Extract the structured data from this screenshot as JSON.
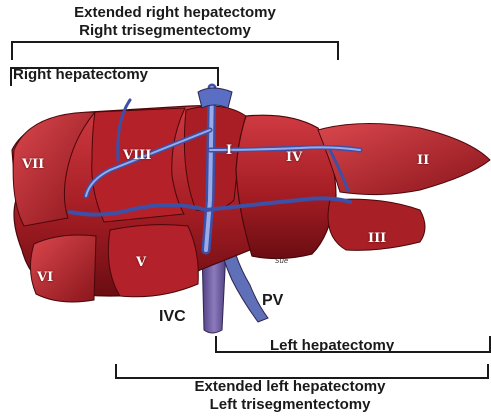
{
  "labels": {
    "extended_right_hepatectomy": "Extended right hepatectomy",
    "right_trisegmentectomy": "Right trisegmentectomy",
    "right_hepatectomy": "Right hepatectomy",
    "left_hepatectomy": "Left hepatectomy",
    "extended_left_hepatectomy": "Extended left hepatectomy",
    "left_trisegmentectomy": "Left trisegmentectomy"
  },
  "vessels": {
    "ivc": "IVC",
    "pv": "PV"
  },
  "segments": {
    "s1": "I",
    "s2": "II",
    "s3": "III",
    "s4": "IV",
    "s5": "V",
    "s6": "VI",
    "s7": "VII",
    "s8": "VIII"
  },
  "signature": "Sue",
  "colors": {
    "liver": "#a51d24",
    "liver_light": "#d04048",
    "liver_dark": "#6a0d12",
    "vessel": "#5a6fc4",
    "vessel_light": "#a9b6ee",
    "ivc": "#6d5b9e",
    "bracket": "#1a1a1a"
  }
}
